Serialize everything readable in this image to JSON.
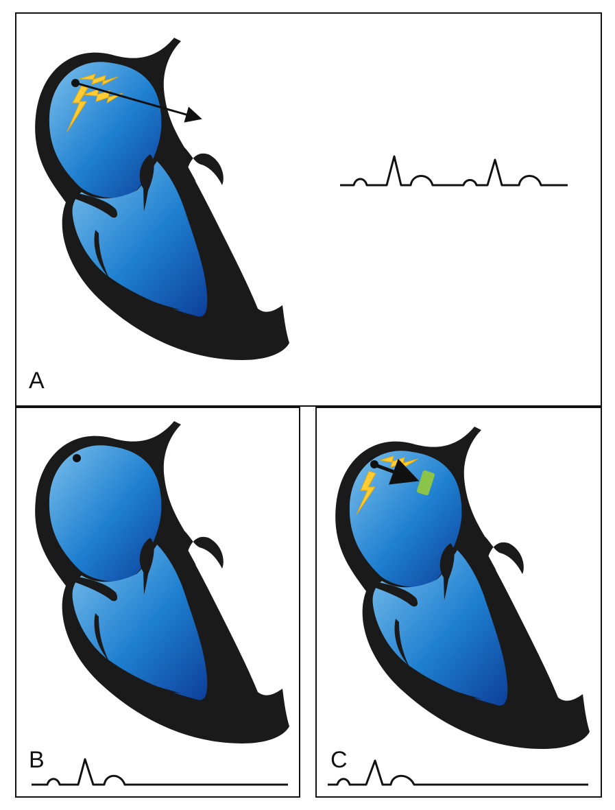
{
  "panels": {
    "a": {
      "label": "A"
    },
    "b": {
      "label": "B"
    },
    "c": {
      "label": "C"
    }
  },
  "colors": {
    "outline": "#1a1a1a",
    "chamber_light": "#6fb3e6",
    "chamber_dark": "#0f4aa8",
    "impulse": "#ffcc33",
    "block": "#8cc44a"
  },
  "icons": [
    "heart-diagram",
    "sinus-node-dot",
    "impulse-lightning-icon",
    "conduction-arrow-icon",
    "conduction-block-marker",
    "ecg-trace"
  ]
}
